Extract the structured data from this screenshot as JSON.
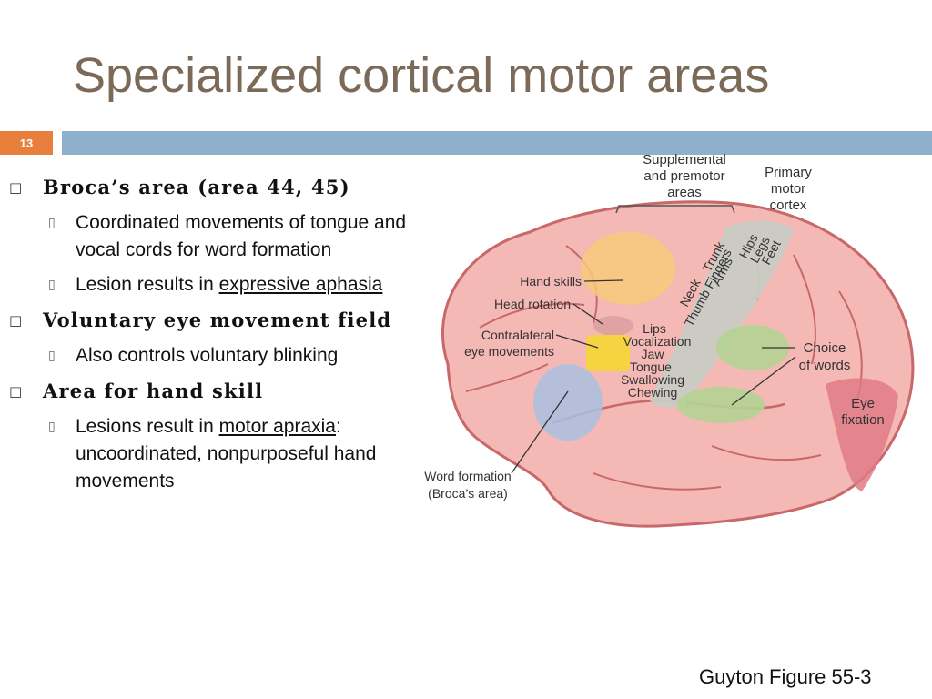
{
  "slide": {
    "title": "Specialized cortical motor areas",
    "number": "13",
    "citation": "Guyton Figure 55-3"
  },
  "bullets": [
    {
      "text": "Broca’s area (area 44, 45)",
      "sub": [
        {
          "parts": [
            "Coordinated movements of tongue and vocal cords for word formation"
          ]
        },
        {
          "before": "Lesion results in ",
          "link": "expressive aphasia",
          "after": ""
        }
      ]
    },
    {
      "text": "Voluntary eye movement field",
      "sub": [
        {
          "parts": [
            "Also controls voluntary blinking"
          ]
        }
      ]
    },
    {
      "text": "Area for hand skill",
      "sub": [
        {
          "before": "Lesions result in ",
          "link": "motor apraxia",
          "after": ": uncoordinated, nonpurposeful hand movements"
        }
      ]
    }
  ],
  "figure": {
    "labels": {
      "supplemental": [
        "Supplemental",
        "and premotor",
        "areas"
      ],
      "primary": [
        "Primary",
        "motor",
        "cortex"
      ],
      "hand_skills": "Hand skills",
      "head_rotation": "Head rotation",
      "contralateral": [
        "Contralateral",
        "eye movements"
      ],
      "word_formation": [
        "Word formation",
        "(Broca’s area)"
      ],
      "choice": [
        "Choice",
        "of words"
      ],
      "eye_fixation": [
        "Eye",
        "fixation"
      ],
      "motor_strip": [
        "Hips",
        "Legs",
        "Feet",
        "Trunk",
        "Arms",
        "Neck",
        "Thumb Fingers"
      ],
      "motor_list": [
        "Lips",
        "Vocalization",
        "Jaw",
        "Tongue",
        "Swallowing",
        "Chewing"
      ]
    },
    "colors": {
      "brain": "#f4b9b4",
      "outline": "#c9686a",
      "motor": "#c9cbc4",
      "hand": "#f7c97a",
      "yellow": "#f5d53b",
      "blue": "#a9bfdf",
      "green": "#b5d394",
      "red": "#e17a86"
    }
  }
}
